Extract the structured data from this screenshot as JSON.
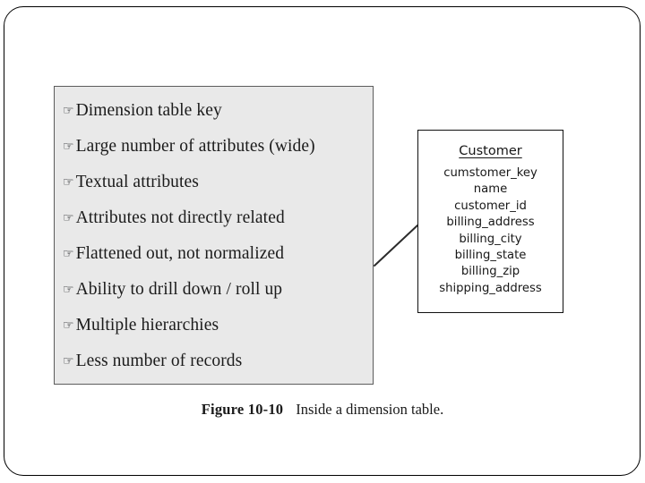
{
  "slide": {
    "frame_border_color": "#000000",
    "background_color": "#ffffff"
  },
  "dimension_panel": {
    "fill_color": "#e9e9e9",
    "border_color": "#5c5c5c",
    "bullet_glyph": "☞",
    "bullet_icon_name": "pointing-hand-bullet",
    "items": [
      {
        "label": "Dimension table key"
      },
      {
        "label": "Large number of attributes (wide)"
      },
      {
        "label": "Textual attributes"
      },
      {
        "label": "Attributes not directly related"
      },
      {
        "label": "Flattened out, not normalized"
      },
      {
        "label": "Ability to drill down / roll up"
      },
      {
        "label": "Multiple hierarchies"
      },
      {
        "label": "Less number of records"
      }
    ]
  },
  "customer_table": {
    "title": "Customer",
    "fields": [
      "cumstomer_key",
      "name",
      "customer_id",
      "billing_address",
      "billing_city",
      "billing_state",
      "billing_zip",
      "shipping_address"
    ],
    "border_color": "#101010"
  },
  "connector": {
    "name": "dimension-to-customer-connector",
    "color": "#2b2b2b"
  },
  "caption": {
    "label": "Figure 10-10",
    "text": "Inside a dimension table."
  }
}
